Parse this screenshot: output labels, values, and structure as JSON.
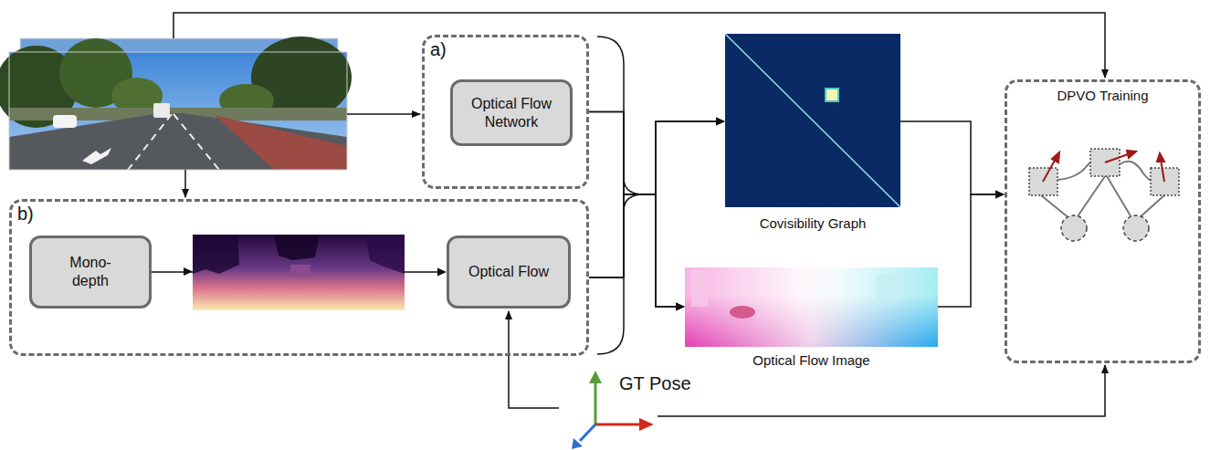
{
  "diagram": {
    "nodes": [
      {
        "text": [
          "a)"
        ]
      },
      {
        "text": [
          "Optical Flow Network"
        ],
        "in": 0
      },
      {
        "text": [
          "b)"
        ]
      },
      {
        "text": [
          "Mono-depth"
        ],
        "in": 2
      },
      {
        "text": [
          "Optical Flow"
        ],
        "in": 2
      },
      {
        "text": [
          "Covisibility Graph"
        ]
      },
      {
        "text": [
          "Optical Flow Image"
        ]
      },
      {
        "text": [
          "DPVO Training"
        ]
      }
    ],
    "edges": [
      {
        "from": 3,
        "to": 4,
        "arrow": "to"
      },
      {
        "from": 0,
        "to": 5,
        "arrow": "to"
      },
      {
        "from": 0,
        "to": 6,
        "arrow": "to"
      },
      {
        "from": 2,
        "to": 5,
        "arrow": "to"
      },
      {
        "from": 2,
        "to": 6,
        "arrow": "to"
      },
      {
        "from": 5,
        "to": 7,
        "arrow": "to"
      },
      {
        "from": 6,
        "to": 7,
        "arrow": "to"
      }
    ],
    "labels": [
      "GT Pose"
    ]
  }
}
